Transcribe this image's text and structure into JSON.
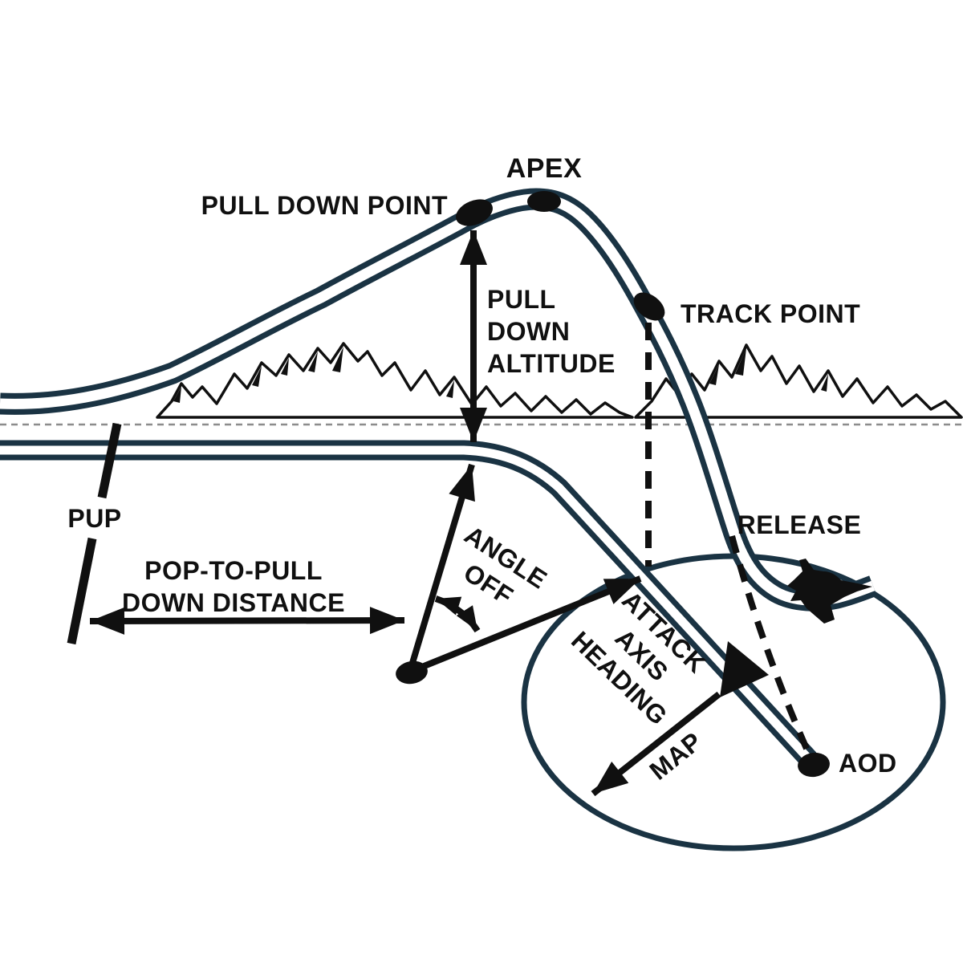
{
  "diagram_title": "pop-up attack profile diagram",
  "colors": {
    "ink": "#101010",
    "path": "#1a3343",
    "horizon": "#8c8c8c",
    "bg": "#ffffff"
  },
  "labels": {
    "apex": "APEX",
    "pull_down_point": "PULL DOWN POINT",
    "track_point": "TRACK POINT",
    "release": "RELEASE",
    "aod": "AOD",
    "pup": "PUP",
    "pull_down_altitude_line1": "PULL",
    "pull_down_altitude_line2": "DOWN",
    "pull_down_altitude_line3": "ALTITUDE",
    "pop_distance_line1": "POP-TO-PULL",
    "pop_distance_line2": "DOWN DISTANCE",
    "angle_off_line1": "ANGLE",
    "angle_off_line2": "OFF",
    "attack_axis_line1": "ATTACK",
    "attack_axis_line2": "AXIS",
    "attack_axis_line3": "HEADING",
    "map": "MAP"
  },
  "icons": {
    "aircraft": "fighter-jet-icon",
    "terrain": "mountain-range-icon"
  }
}
